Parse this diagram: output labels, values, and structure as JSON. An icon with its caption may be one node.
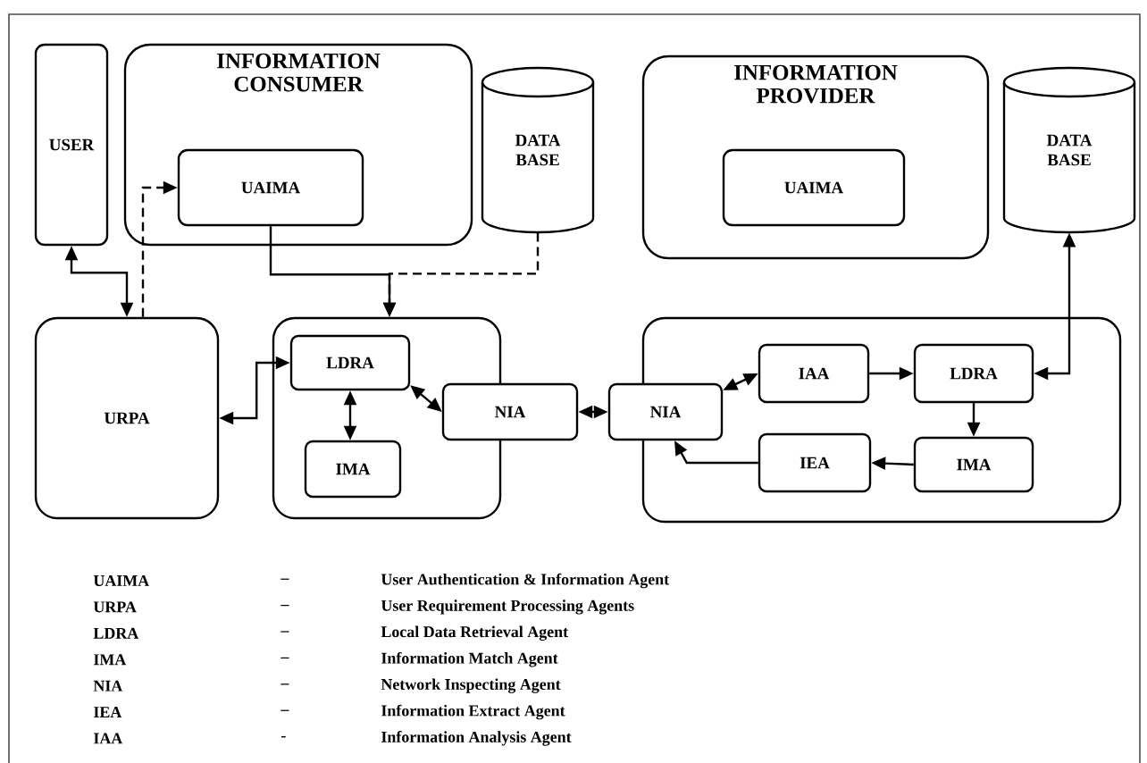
{
  "diagram": {
    "nodes": [
      {
        "text": [
          "USER"
        ]
      },
      {
        "text": [
          "INFORMATION CONSUMER"
        ]
      },
      {
        "text": [
          "UAIMA"
        ],
        "in": 1
      },
      {
        "text": [
          "DATA BASE"
        ]
      },
      {
        "text": [
          "INFORMATION PROVIDER"
        ]
      },
      {
        "text": [
          "UAIMA"
        ],
        "in": 4
      },
      {
        "text": [
          "DATA BASE"
        ]
      },
      {
        "text": [
          "URPA"
        ]
      },
      {
        "text": [],
        "shape": "box"
      },
      {
        "text": [
          "LDRA"
        ],
        "in": 8
      },
      {
        "text": [
          "IMA"
        ],
        "in": 8
      },
      {
        "text": [
          "NIA"
        ]
      },
      {
        "text": [
          "NIA"
        ]
      },
      {
        "text": [],
        "shape": "box"
      },
      {
        "text": [
          "IAA"
        ],
        "in": 13
      },
      {
        "text": [
          "LDRA"
        ],
        "in": 13
      },
      {
        "text": [
          "IEA"
        ],
        "in": 13
      },
      {
        "text": [
          "IMA"
        ],
        "in": 13
      }
    ],
    "edges": [
      {
        "from": 0,
        "to": 7,
        "arrow": "both"
      },
      {
        "from": 7,
        "to": 2,
        "arrow": "to",
        "style": "dashed"
      },
      {
        "from": 2,
        "to": 8,
        "arrow": "to"
      },
      {
        "from": 3,
        "to": 8,
        "arrow": "to",
        "style": "dashed"
      },
      {
        "from": 7,
        "to": 9,
        "arrow": "both"
      },
      {
        "from": 9,
        "to": 10,
        "arrow": "both"
      },
      {
        "from": 9,
        "to": 11,
        "arrow": "both"
      },
      {
        "from": 11,
        "to": 12,
        "arrow": "both"
      },
      {
        "from": 12,
        "to": 14,
        "arrow": "both"
      },
      {
        "from": 14,
        "to": 15,
        "arrow": "to"
      },
      {
        "from": 15,
        "to": 6,
        "arrow": "both"
      },
      {
        "from": 15,
        "to": 17,
        "arrow": "to"
      },
      {
        "from": 17,
        "to": 16,
        "arrow": "to"
      },
      {
        "from": 16,
        "to": 12,
        "arrow": "to"
      }
    ],
    "labels": [
      "UAIMA",
      "–",
      "User Authentication & Information Agent",
      "URPA",
      "–",
      "User Requirement Processing Agents",
      "LDRA",
      "–",
      "Local Data Retrieval Agent",
      "IMA",
      "–",
      "Information Match Agent",
      "NIA",
      "–",
      "Network Inspecting Agent",
      "IEA",
      "–",
      "Information Extract Agent",
      "IAA",
      "-",
      "Information Analysis Agent"
    ]
  }
}
